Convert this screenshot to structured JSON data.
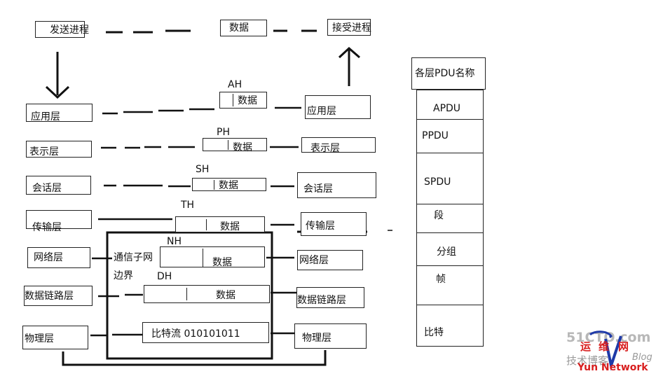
{
  "top": {
    "send_process": "发送进程",
    "data": "数据",
    "receive_process": "接受进程"
  },
  "left_layers": [
    "应用层",
    "表示层",
    "会话层",
    "传输层",
    "网络层",
    "数据链路层",
    "物理层"
  ],
  "right_layers": [
    "应用层",
    "表示层",
    "会话层",
    "传输层",
    "网络层",
    "数据链路层",
    "物理层"
  ],
  "headers": [
    "AH",
    "PH",
    "SH",
    "TH",
    "NH",
    "DH"
  ],
  "data_label": "数据",
  "bitstream": "比特流  010101011",
  "subnet_boundary": [
    "通信子网",
    "边界"
  ],
  "pdu_table": {
    "title": "各层PDU名称",
    "items": [
      "APDU",
      "PPDU",
      "SPDU",
      "段",
      "分组",
      "帧",
      "比特"
    ]
  },
  "watermark": {
    "domain": "51CTO.com",
    "cn1": "运维网",
    "cn2": "技术博客",
    "blog": "Blog",
    "net": "Yun Network"
  },
  "colors": {
    "line": "#111111",
    "wm_red": "#d81e1e",
    "wm_blue": "#1f3aa8",
    "wm_gray": "#9a9a9a"
  }
}
